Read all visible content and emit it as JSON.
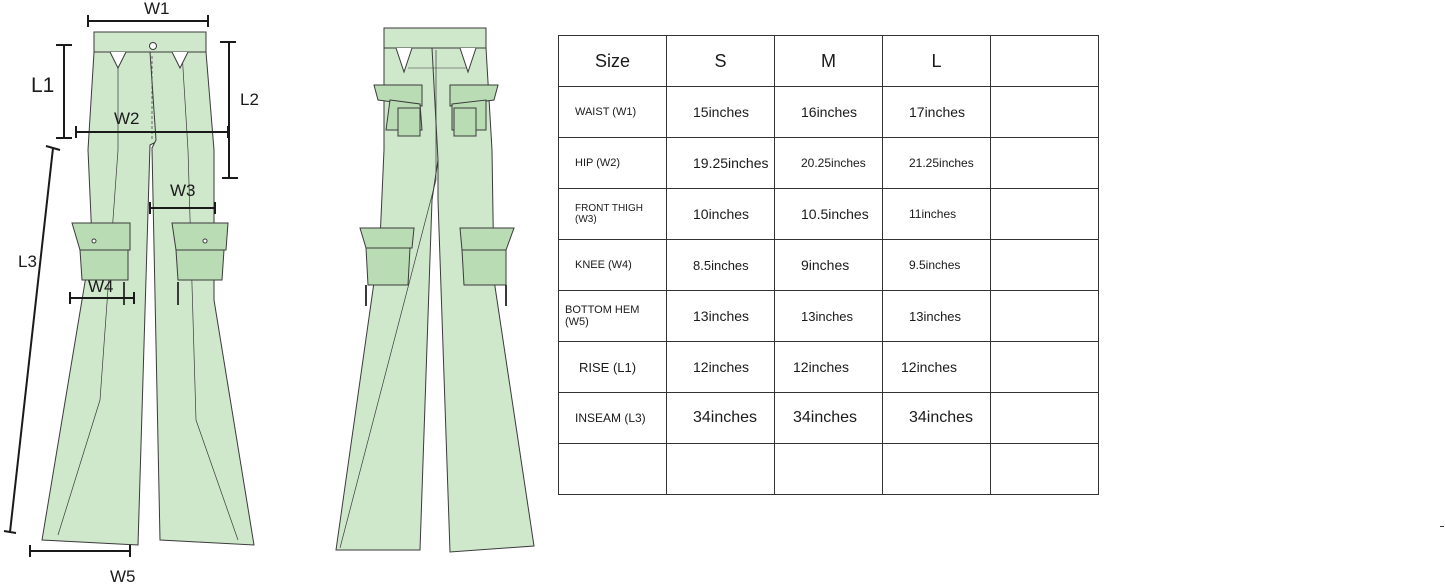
{
  "labels": {
    "w1": "W1",
    "w2": "W2",
    "w3": "W3",
    "w4": "W4",
    "w5": "W5",
    "l1": "L1",
    "l2": "L2",
    "l3": "L3"
  },
  "table": {
    "headers": [
      "Size",
      "S",
      "M",
      "L",
      ""
    ],
    "rows": [
      {
        "label": "WAIST (W1)",
        "s": "15inches",
        "m": "16inches",
        "l": "17inches",
        "extra": ""
      },
      {
        "label": "HIP (W2)",
        "s": "19.25inches",
        "m": "20.25inches",
        "l": "21.25inches",
        "extra": ""
      },
      {
        "label": "FRONT THIGH (W3)",
        "s": "10inches",
        "m": "10.5inches",
        "l": "11inches",
        "extra": ""
      },
      {
        "label": "KNEE (W4)",
        "s": "8.5inches",
        "m": "9inches",
        "l": "9.5inches",
        "extra": ""
      },
      {
        "label": "BOTTOM HEM (W5)",
        "s": "13inches",
        "m": "13inches",
        "l": "13inches",
        "extra": ""
      },
      {
        "label": "RISE (L1)",
        "s": "12inches",
        "m": "12inches",
        "l": "12inches",
        "extra": ""
      },
      {
        "label": "INSEAM (L3)",
        "s": "34inches",
        "m": "34inches",
        "l": "34inches",
        "extra": ""
      },
      {
        "label": "",
        "s": "",
        "m": "",
        "l": "",
        "extra": ""
      }
    ]
  },
  "colors": {
    "garment_fill": "#cfe8cc",
    "pocket_fill": "#b9dcb5",
    "line": "#3a3a3a"
  }
}
